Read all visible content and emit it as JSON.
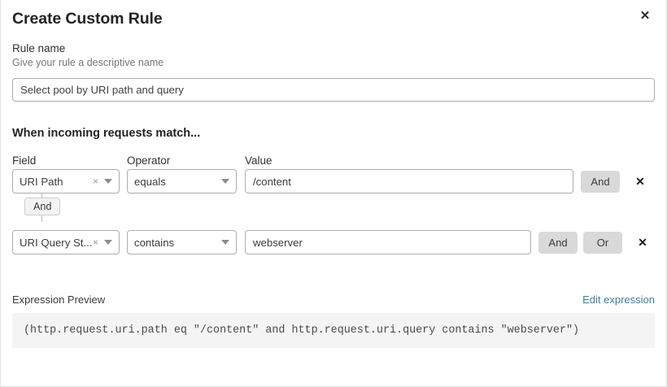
{
  "dialog": {
    "title": "Create Custom Rule",
    "close_icon": "close-icon"
  },
  "rule_name": {
    "label": "Rule name",
    "helper": "Give your rule a descriptive name",
    "value": "Select pool by URI path and query",
    "placeholder": "Rule name"
  },
  "match": {
    "section_title": "When incoming requests match...",
    "columns": {
      "field": "Field",
      "operator": "Operator",
      "value": "Value"
    },
    "group_operator": "And",
    "rows": [
      {
        "field": "URI Path",
        "clear_icon": "×",
        "operator": "equals",
        "value": "/content",
        "value_placeholder": "Value",
        "and_label": "And",
        "or_label": "Or",
        "show_or": false,
        "remove_icon": "remove-icon"
      },
      {
        "field": "URI Query St...",
        "clear_icon": "×",
        "operator": "contains",
        "value": "webserver",
        "value_placeholder": "Value",
        "and_label": "And",
        "or_label": "Or",
        "show_or": true,
        "remove_icon": "remove-icon"
      }
    ]
  },
  "preview": {
    "label": "Expression Preview",
    "edit_link": "Edit expression",
    "expression": "(http.request.uri.path eq \"/content\" and http.request.uri.query contains \"webserver\")"
  },
  "colors": {
    "link": "#3f7fa8",
    "logic_button_bg": "#d9d9d9",
    "code_bg": "#f4f4f4",
    "border": "#adadad"
  }
}
